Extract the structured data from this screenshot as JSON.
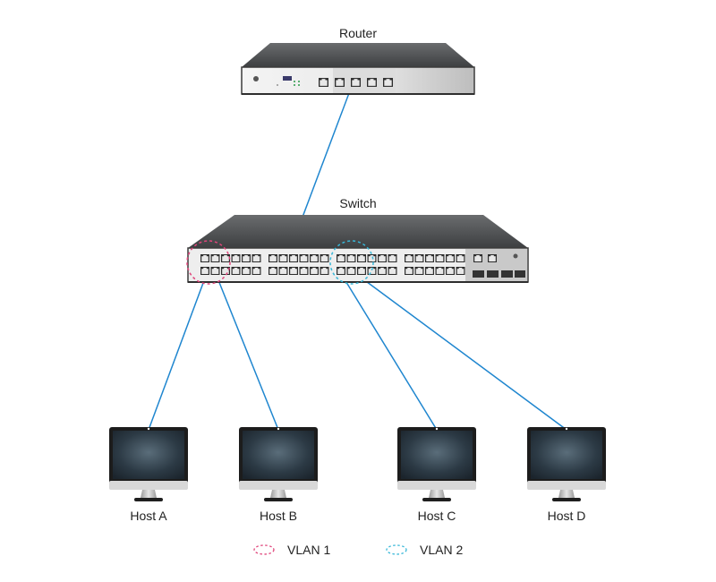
{
  "router": {
    "label": "Router"
  },
  "switch": {
    "label": "Switch"
  },
  "hosts": [
    {
      "label": "Host A"
    },
    {
      "label": "Host B"
    },
    {
      "label": "Host C"
    },
    {
      "label": "Host D"
    }
  ],
  "legend": [
    {
      "label": "VLAN 1",
      "color": "#e0457b"
    },
    {
      "label": "VLAN 2",
      "color": "#37b7d8"
    }
  ],
  "colors": {
    "link": "#1f86cf",
    "device_top": "#555759",
    "device_front": "#f1f1f1"
  }
}
